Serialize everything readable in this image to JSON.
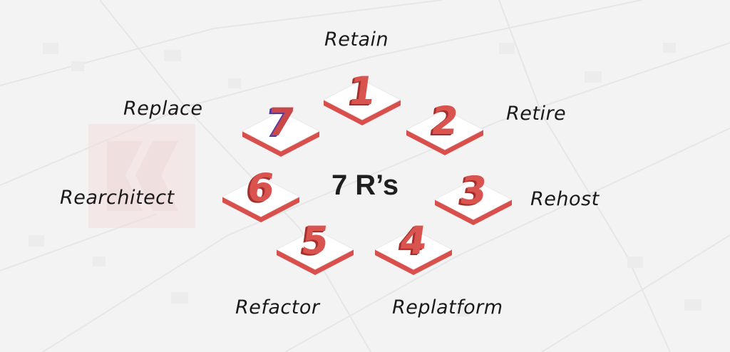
{
  "title": "7 R’s",
  "steps": [
    {
      "number": "1",
      "label": "Retain"
    },
    {
      "number": "2",
      "label": "Retire"
    },
    {
      "number": "3",
      "label": "Rehost"
    },
    {
      "number": "4",
      "label": "Replatform"
    },
    {
      "number": "5",
      "label": "Refactor"
    },
    {
      "number": "6",
      "label": "Rearchitect"
    },
    {
      "number": "7",
      "label": "Replace"
    }
  ],
  "colors": {
    "tile_top": "#ffffff",
    "tile_edge": "#d94f4c",
    "number": "#d9534f",
    "background": "#f3f3f3",
    "text": "#1a1a1a"
  }
}
